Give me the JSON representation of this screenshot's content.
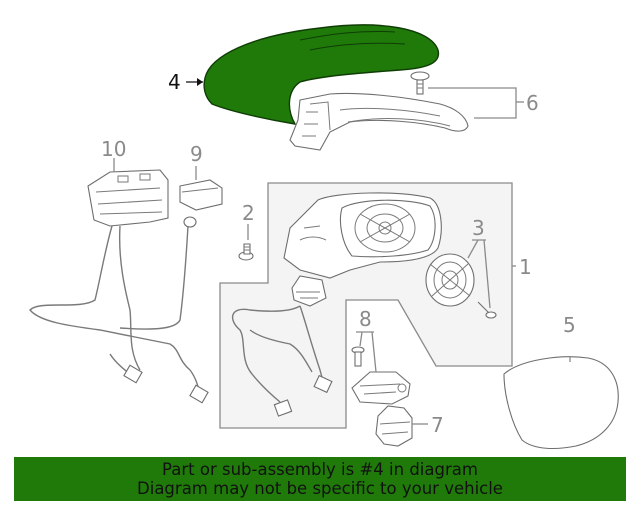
{
  "colors": {
    "highlight": "#1f7a0a",
    "banner": "#1f7a0a",
    "line": "#8a8a8a",
    "background": "#ffffff"
  },
  "callouts": {
    "p1": "1",
    "p2": "2",
    "p3": "3",
    "p4": "4",
    "p5": "5",
    "p6": "6",
    "p7": "7",
    "p8": "8",
    "p9": "9",
    "p10": "10"
  },
  "banner": {
    "line1": "Part or sub-assembly is #4 in diagram",
    "line2": "Diagram may not be specific to your vehicle"
  }
}
